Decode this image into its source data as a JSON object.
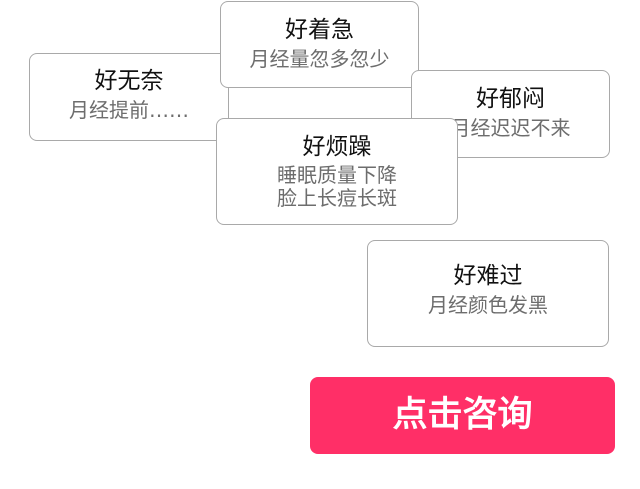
{
  "cards": [
    {
      "title": "好无奈",
      "lines": [
        "月经提前……"
      ]
    },
    {
      "title": "好着急",
      "lines": [
        "月经量忽多忽少"
      ]
    },
    {
      "title": "好郁闷",
      "lines": [
        "月经迟迟不来"
      ]
    },
    {
      "title": "好烦躁",
      "lines": [
        "睡眠质量下降",
        "脸上长痘长斑"
      ]
    },
    {
      "title": "好难过",
      "lines": [
        "月经颜色发黑"
      ]
    }
  ],
  "cta": {
    "label": "点击咨询"
  },
  "colors": {
    "cta_background": "#ff2f67",
    "card_border": "#a9a9a9",
    "title_text": "#111111",
    "body_text": "#6d6d6d"
  }
}
